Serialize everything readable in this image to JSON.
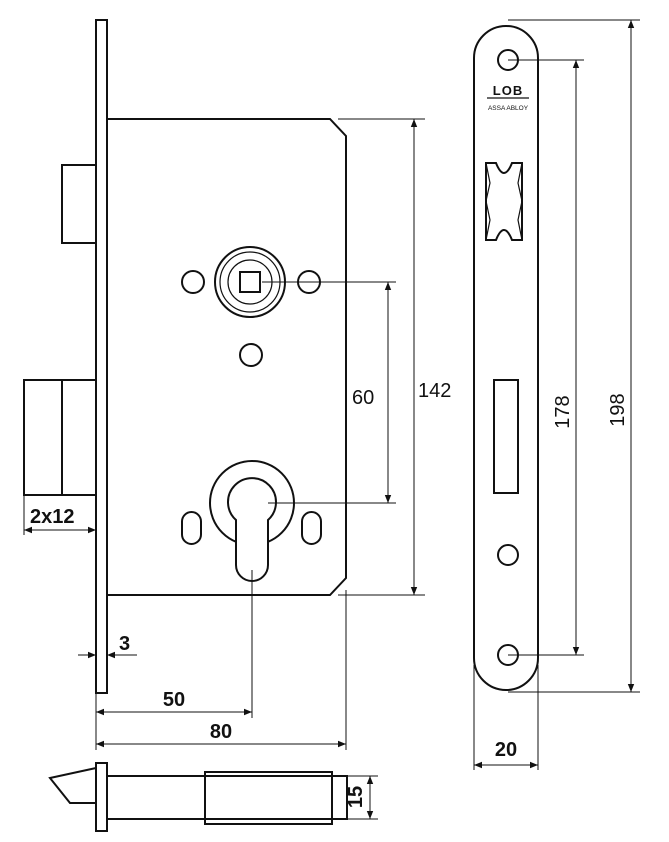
{
  "dimensions": {
    "d_60": "60",
    "d_142": "142",
    "d_178": "178",
    "d_198": "198",
    "d_2x12": "2x12",
    "d_3": "3",
    "d_50": "50",
    "d_80": "80",
    "d_20": "20",
    "d_15": "15"
  },
  "logo": {
    "brand": "LOB",
    "sub": "ASSA ABLOY"
  }
}
